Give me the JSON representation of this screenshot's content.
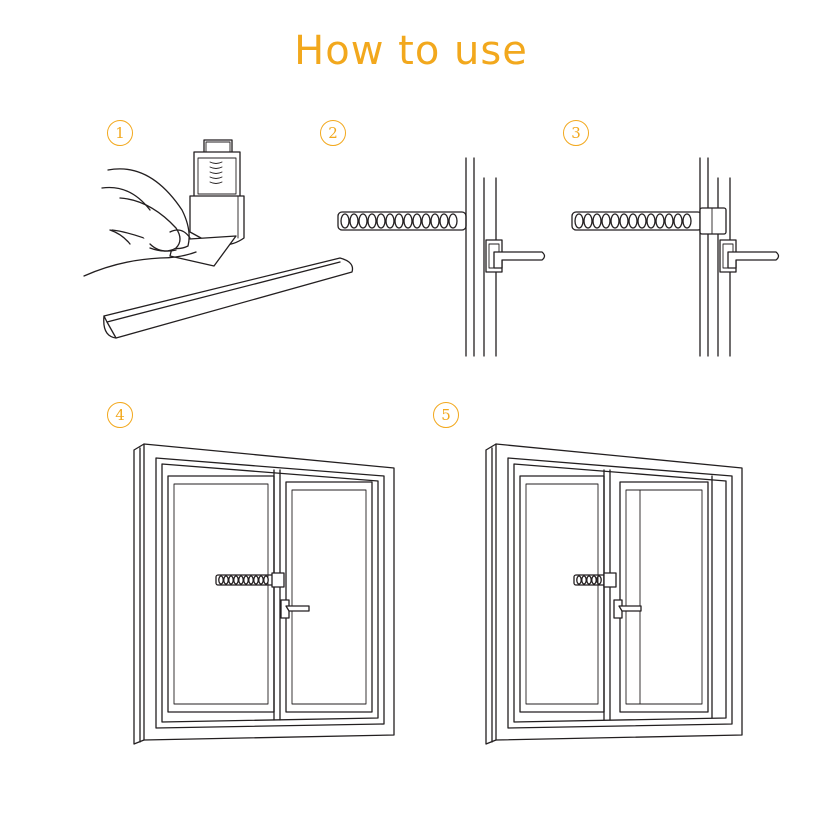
{
  "title": "How to use",
  "steps": [
    {
      "number": "1"
    },
    {
      "number": "2"
    },
    {
      "number": "3"
    },
    {
      "number": "4"
    },
    {
      "number": "5"
    }
  ],
  "colors": {
    "accent": "#f2a81d",
    "line": "#231f20"
  }
}
